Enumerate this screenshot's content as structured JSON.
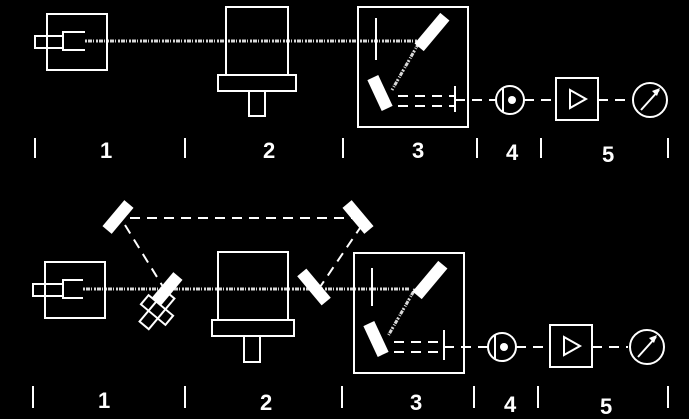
{
  "diagram": {
    "top_setup": {
      "labels": [
        "1",
        "2",
        "3",
        "4",
        "5"
      ]
    },
    "bottom_setup": {
      "labels": [
        "1",
        "2",
        "3",
        "4",
        "5"
      ]
    },
    "colors": {
      "background": "#000000",
      "foreground": "#ffffff"
    }
  }
}
